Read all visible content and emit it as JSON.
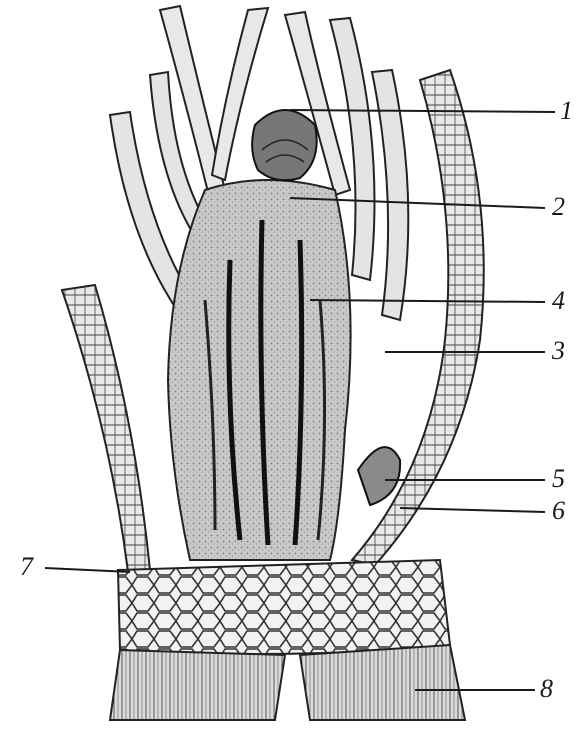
{
  "figure": {
    "labels": [
      {
        "id": "1",
        "text": "1"
      },
      {
        "id": "2",
        "text": "2"
      },
      {
        "id": "4",
        "text": "4"
      },
      {
        "id": "3",
        "text": "3"
      },
      {
        "id": "5",
        "text": "5"
      },
      {
        "id": "6",
        "text": "6"
      },
      {
        "id": "7",
        "text": "7"
      },
      {
        "id": "8",
        "text": "8"
      }
    ],
    "colors": {
      "ink": "#1a1a1a",
      "paper": "#ffffff",
      "tissue": "#cfcfcf",
      "dark_tissue": "#8a8a8a"
    }
  }
}
